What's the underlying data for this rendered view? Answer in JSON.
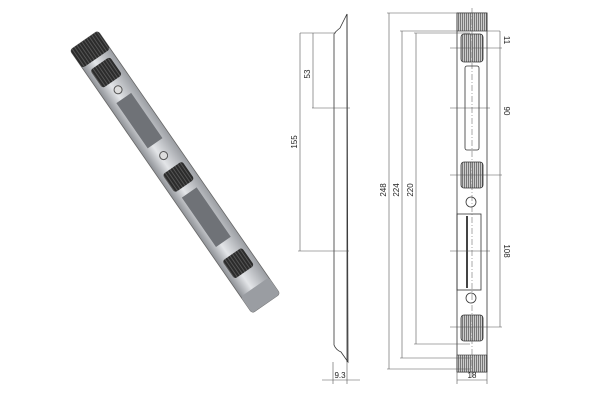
{
  "side_view": {
    "dimensions": {
      "d53": "53",
      "d155": "155",
      "d9_3": "9.3"
    }
  },
  "front_view": {
    "dimensions": {
      "d248": "248",
      "d224": "224",
      "d220": "220",
      "d18": "18",
      "d11": "11",
      "d90": "90",
      "d108": "108"
    }
  },
  "colors": {
    "metal": "#b9bcc0",
    "rubber": "#2a2a2a",
    "line": "#333333"
  }
}
